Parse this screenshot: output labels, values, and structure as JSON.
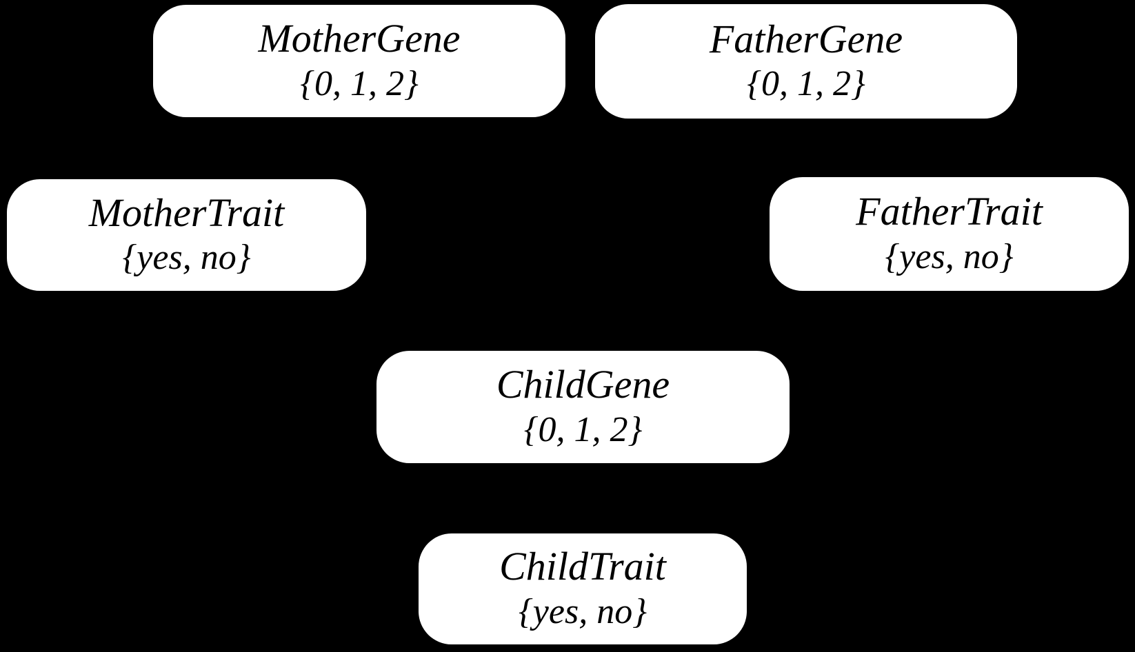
{
  "diagram": {
    "type": "bayesian-network",
    "background_color": "#000000",
    "node_fill_color": "#ffffff",
    "node_text_color": "#000000",
    "nodes": [
      {
        "id": "mother-gene",
        "label": "MotherGene",
        "values": "{0, 1, 2}"
      },
      {
        "id": "father-gene",
        "label": "FatherGene",
        "values": "{0, 1, 2}"
      },
      {
        "id": "mother-trait",
        "label": "MotherTrait",
        "values": "{yes, no}"
      },
      {
        "id": "father-trait",
        "label": "FatherTrait",
        "values": "{yes, no}"
      },
      {
        "id": "child-gene",
        "label": "ChildGene",
        "values": "{0, 1, 2}"
      },
      {
        "id": "child-trait",
        "label": "ChildTrait",
        "values": "{yes, no}"
      }
    ]
  }
}
